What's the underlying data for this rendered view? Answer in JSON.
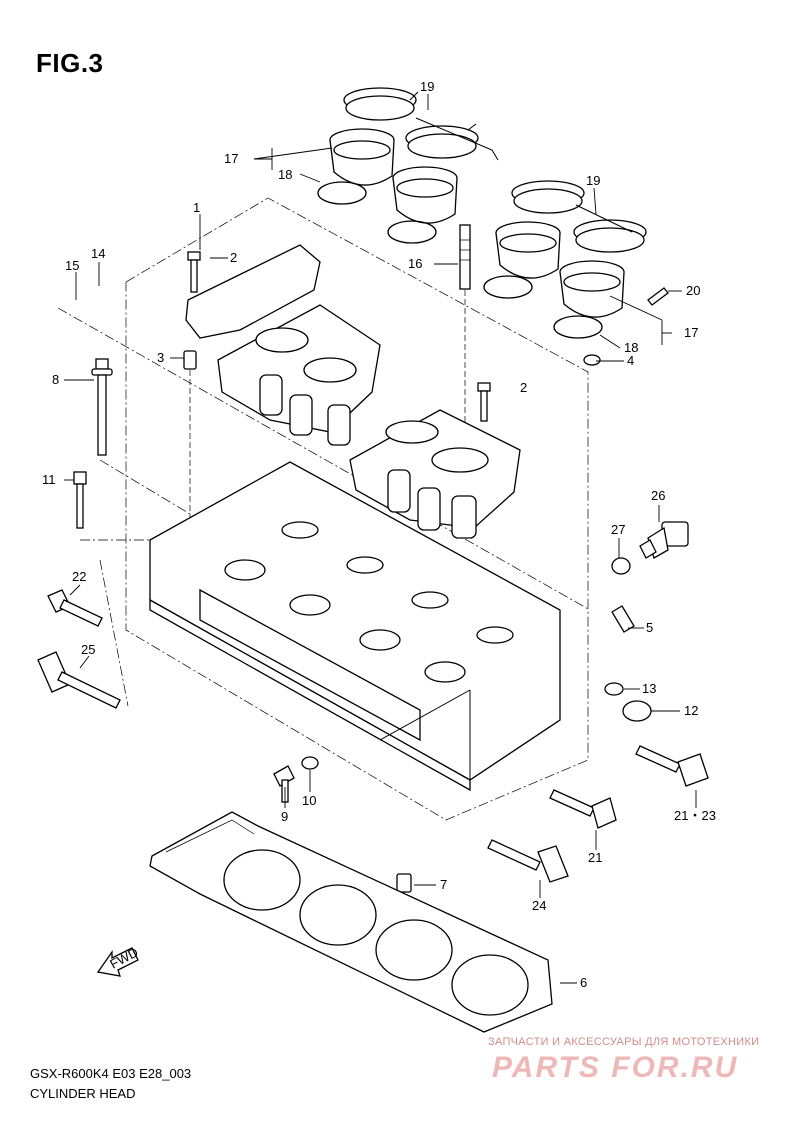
{
  "figure": {
    "title": "FIG.3",
    "model_code": "GSX-R600K4 E03 E28_003",
    "section_title": "CYLINDER HEAD"
  },
  "watermark": {
    "tagline": "ЗАПЧАСТИ И АКСЕССУАРЫ ДЛЯ МОТОТЕХНИКИ",
    "brand": "PARTS FOR.RU"
  },
  "direction_arrow_label": "FWD",
  "callouts": {
    "c1": "1",
    "c2a": "2",
    "c2b": "2",
    "c3": "3",
    "c4": "4",
    "c5": "5",
    "c6": "6",
    "c7": "7",
    "c8": "8",
    "c9": "9",
    "c10": "10",
    "c11": "11",
    "c12": "12",
    "c13": "13",
    "c14": "14",
    "c15": "15",
    "c16": "16",
    "c17a": "17",
    "c17b": "17",
    "c18a": "18",
    "c18b": "18",
    "c19a": "19",
    "c19b": "19",
    "c20": "20",
    "c21": "21",
    "c21_23": "21・23",
    "c22": "22",
    "c24": "24",
    "c25": "25",
    "c26": "26",
    "c27": "27"
  }
}
